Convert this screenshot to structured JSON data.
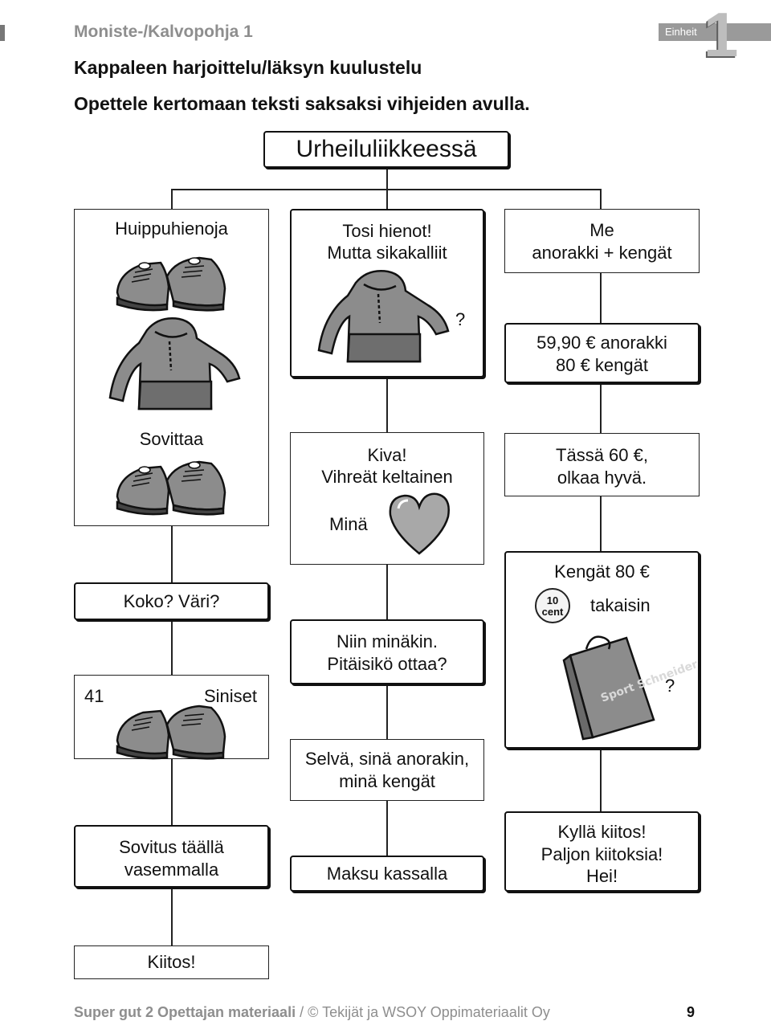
{
  "header": {
    "title": "Moniste-/Kalvopohja 1",
    "einheit_label": "Einheit",
    "einheit_number": "1"
  },
  "intro": {
    "line1": "Kappaleen harjoittelu/läksyn kuulustelu",
    "line2": "Opettele kertomaan teksti saksaksi vihjeiden avulla."
  },
  "title_box": "Urheiluliikkeessä",
  "left_column": {
    "box1_text": "Huippuhienoja",
    "box2_text": "Sovittaa",
    "box3_text": "Koko? Väri?",
    "box4_number": "41",
    "box4_text": "Siniset",
    "box5_line1": "Sovitus täällä",
    "box5_line2": "vasemmalla",
    "box6_text": "Kiitos!"
  },
  "middle_column": {
    "box1_line1": "Tosi hienot!",
    "box1_line2": "Mutta sikakalliit",
    "box1_question": "?",
    "box2_line1": "Kiva!",
    "box2_line2": "Vihreät keltainen",
    "box2_line3": "Minä",
    "box3_line1": "Niin minäkin.",
    "box3_line2": "Pitäisikö ottaa?",
    "box4_line1": "Selvä, sinä anorakin,",
    "box4_line2": "minä kengät",
    "box5_text": "Maksu kassalla"
  },
  "right_column": {
    "box1_line1": "Me",
    "box1_line2": "anorakki + kengät",
    "box2_line1": "59,90 € anorakki",
    "box2_line2": "80 € kengät",
    "box3_line1": "Tässä 60 €,",
    "box3_line2": "olkaa hyvä.",
    "box4_line1": "Kengät 80 €",
    "coin_value": "10",
    "coin_unit": "cent",
    "box4_takaisin": "takaisin",
    "bag_text": "Sport Schneider",
    "box4_question": "?",
    "box5_line1": "Kyllä kiitos!",
    "box5_line2": "Paljon kiitoksia!",
    "box5_line3": "Hei!"
  },
  "footer": {
    "publication": "Super gut 2 Opettajan materiaali",
    "separator": "/",
    "copyright": "© Tekijät ja WSOY Oppimateriaalit Oy",
    "page_number": "9"
  },
  "icons": [
    "shoes-icon",
    "hoodie-icon",
    "heart-icon",
    "coin-icon",
    "shopping-bag-icon"
  ],
  "colors": {
    "header_gray": "#8e8e8e",
    "illustration_gray": "#8c8c8c"
  }
}
